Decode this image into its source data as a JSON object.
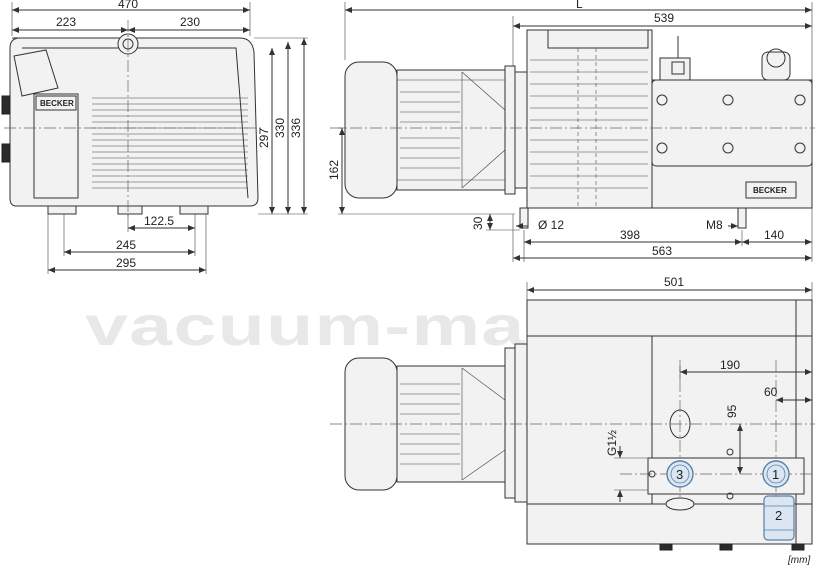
{
  "watermark": "vacuum-market.ru",
  "unit_label": "[mm]",
  "brand": "BECKER",
  "front_view": {
    "dims": {
      "overall_width": "470",
      "left_part": "223",
      "right_part": "230",
      "height_297": "297",
      "height_330": "330",
      "height_336": "336",
      "foot_122_5": "122.5",
      "foot_245": "245",
      "foot_295": "295"
    }
  },
  "side_view": {
    "dims": {
      "length_L": "L",
      "length_539": "539",
      "axis_height": "162",
      "base_30": "30",
      "hole": "Ø 12",
      "thread": "M8",
      "d_398": "398",
      "d_140": "140",
      "d_563": "563"
    }
  },
  "top_view": {
    "dims": {
      "width_501": "501",
      "d_190": "190",
      "d_60": "60",
      "d_95": "95",
      "port_thread": "G1½"
    },
    "balloons": [
      "3",
      "1",
      "2"
    ]
  }
}
